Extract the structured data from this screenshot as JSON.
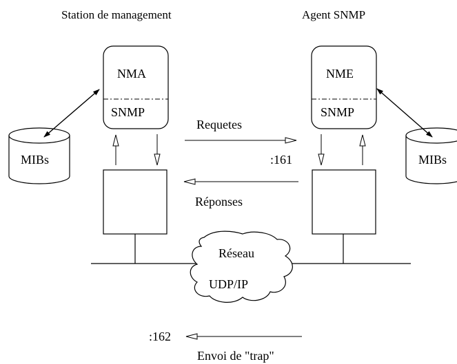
{
  "manager": {
    "heading": "Station de  management",
    "upper_label": "NMA",
    "lower_label": "SNMP",
    "mib_label": "MIBs"
  },
  "agent": {
    "heading": "Agent SNMP",
    "upper_label": "NME",
    "lower_label": "SNMP",
    "mib_label": "MIBs",
    "port_label": ":161"
  },
  "messages": {
    "requests_label": "Requetes",
    "responses_label": "Réponses",
    "trap_port_label": ":162",
    "trap_label": "Envoi de \"trap\""
  },
  "network": {
    "line1": "Réseau",
    "line2": "UDP/IP"
  }
}
